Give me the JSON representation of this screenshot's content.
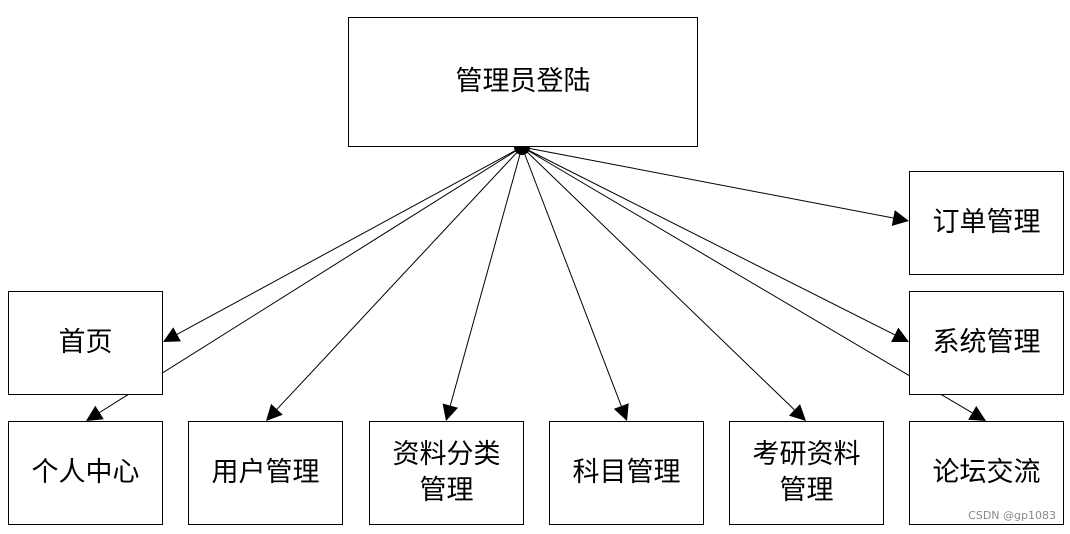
{
  "diagram": {
    "root": {
      "label": "管理员登陆"
    },
    "nodes": [
      {
        "id": "home",
        "label": "首页"
      },
      {
        "id": "order",
        "label": "订单管理"
      },
      {
        "id": "system",
        "label": "系统管理"
      },
      {
        "id": "personal",
        "label": "个人中心"
      },
      {
        "id": "user",
        "label": "用户管理"
      },
      {
        "id": "category",
        "label_lines": [
          "资料分类",
          "管理"
        ]
      },
      {
        "id": "subject",
        "label": "科目管理"
      },
      {
        "id": "material",
        "label_lines": [
          "考研资料",
          "管理"
        ]
      },
      {
        "id": "forum",
        "label": "论坛交流"
      }
    ],
    "edges": [
      {
        "from": "root",
        "to": "home"
      },
      {
        "from": "root",
        "to": "personal"
      },
      {
        "from": "root",
        "to": "user"
      },
      {
        "from": "root",
        "to": "category"
      },
      {
        "from": "root",
        "to": "subject"
      },
      {
        "from": "root",
        "to": "material"
      },
      {
        "from": "root",
        "to": "order"
      },
      {
        "from": "root",
        "to": "system"
      },
      {
        "from": "root",
        "to": "forum"
      }
    ]
  },
  "watermark": "CSDN @gp1083"
}
